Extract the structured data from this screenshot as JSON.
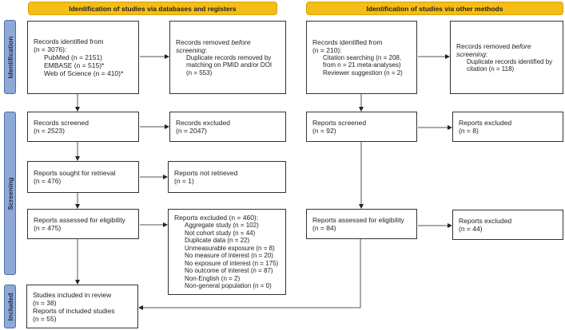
{
  "headers": {
    "databases": "Identification of studies via databases and registers",
    "other": "Identification of studies via other methods"
  },
  "phases": [
    "Identification",
    "Screening",
    "Included"
  ],
  "left": {
    "identified": {
      "title": "Records identified from",
      "n": "(n = 3076):",
      "items": [
        "PubMed (n = 2151)",
        "EMBASE (n = 515)*",
        "Web of Science (n = 410)*"
      ]
    },
    "removed": {
      "title_pre": "Records removed ",
      "title_em": "before",
      "title_em2": "screening",
      "title_post": ":",
      "items": [
        "Duplicate records removed by",
        "matching on PMID and/or DOI",
        "(n = 553)"
      ]
    },
    "screened": {
      "title": "Records screened",
      "n": "(n = 2523)"
    },
    "excluded": {
      "title": "Records excluded",
      "n": "(n = 2047)"
    },
    "sought": {
      "title": "Reports sought for retrieval",
      "n": "(n = 476)"
    },
    "not_retrieved": {
      "title": "Reports not retrieved",
      "n": "(n = 1)"
    },
    "assessed": {
      "title": "Reports assessed for eligibility",
      "n": "(n = 475)"
    },
    "reports_excluded": {
      "title": "Reports excluded (n = 460):",
      "items": [
        "Aggregate study (n = 102)",
        "Not cohort study (n = 44)",
        "Duplicate data (n = 22)",
        "Unmeasurable exposure (n = 8)",
        "No measure of interest (n = 20)",
        "No exposure of interest (n = 175)",
        "No outcome of interest (n = 87)",
        "Non-English (n = 2)",
        "Non-general population (n = 0)"
      ]
    },
    "included": {
      "line1": "Studies included in review",
      "line2": "(n = 38)",
      "line3": "Reports of included studies",
      "line4": "(n = 55)"
    }
  },
  "right": {
    "identified": {
      "title": "Records identified from",
      "n": "(n = 210):",
      "items": [
        "Citation searching (n = 208,",
        "from n = 21 meta-analyses)",
        "Reviewer suggestion (n = 2)"
      ]
    },
    "removed": {
      "title_pre": "Records removed ",
      "title_em": "before",
      "title_em2": "screening",
      "title_post": ":",
      "items": [
        "Duplicate records identified by",
        "citation (n = 118)"
      ]
    },
    "screened": {
      "title": "Reports screened",
      "n": "(n = 92)"
    },
    "excluded": {
      "title": "Reports excluded",
      "n": "(n = 8)"
    },
    "assessed": {
      "title": "Reports assessed for eligibility",
      "n": "(n = 84)"
    },
    "reports_excluded": {
      "title": "Reports excluded",
      "n": "(n = 44)"
    }
  },
  "colors": {
    "header": "#f5bd18",
    "phase": "#8ea9d8"
  }
}
